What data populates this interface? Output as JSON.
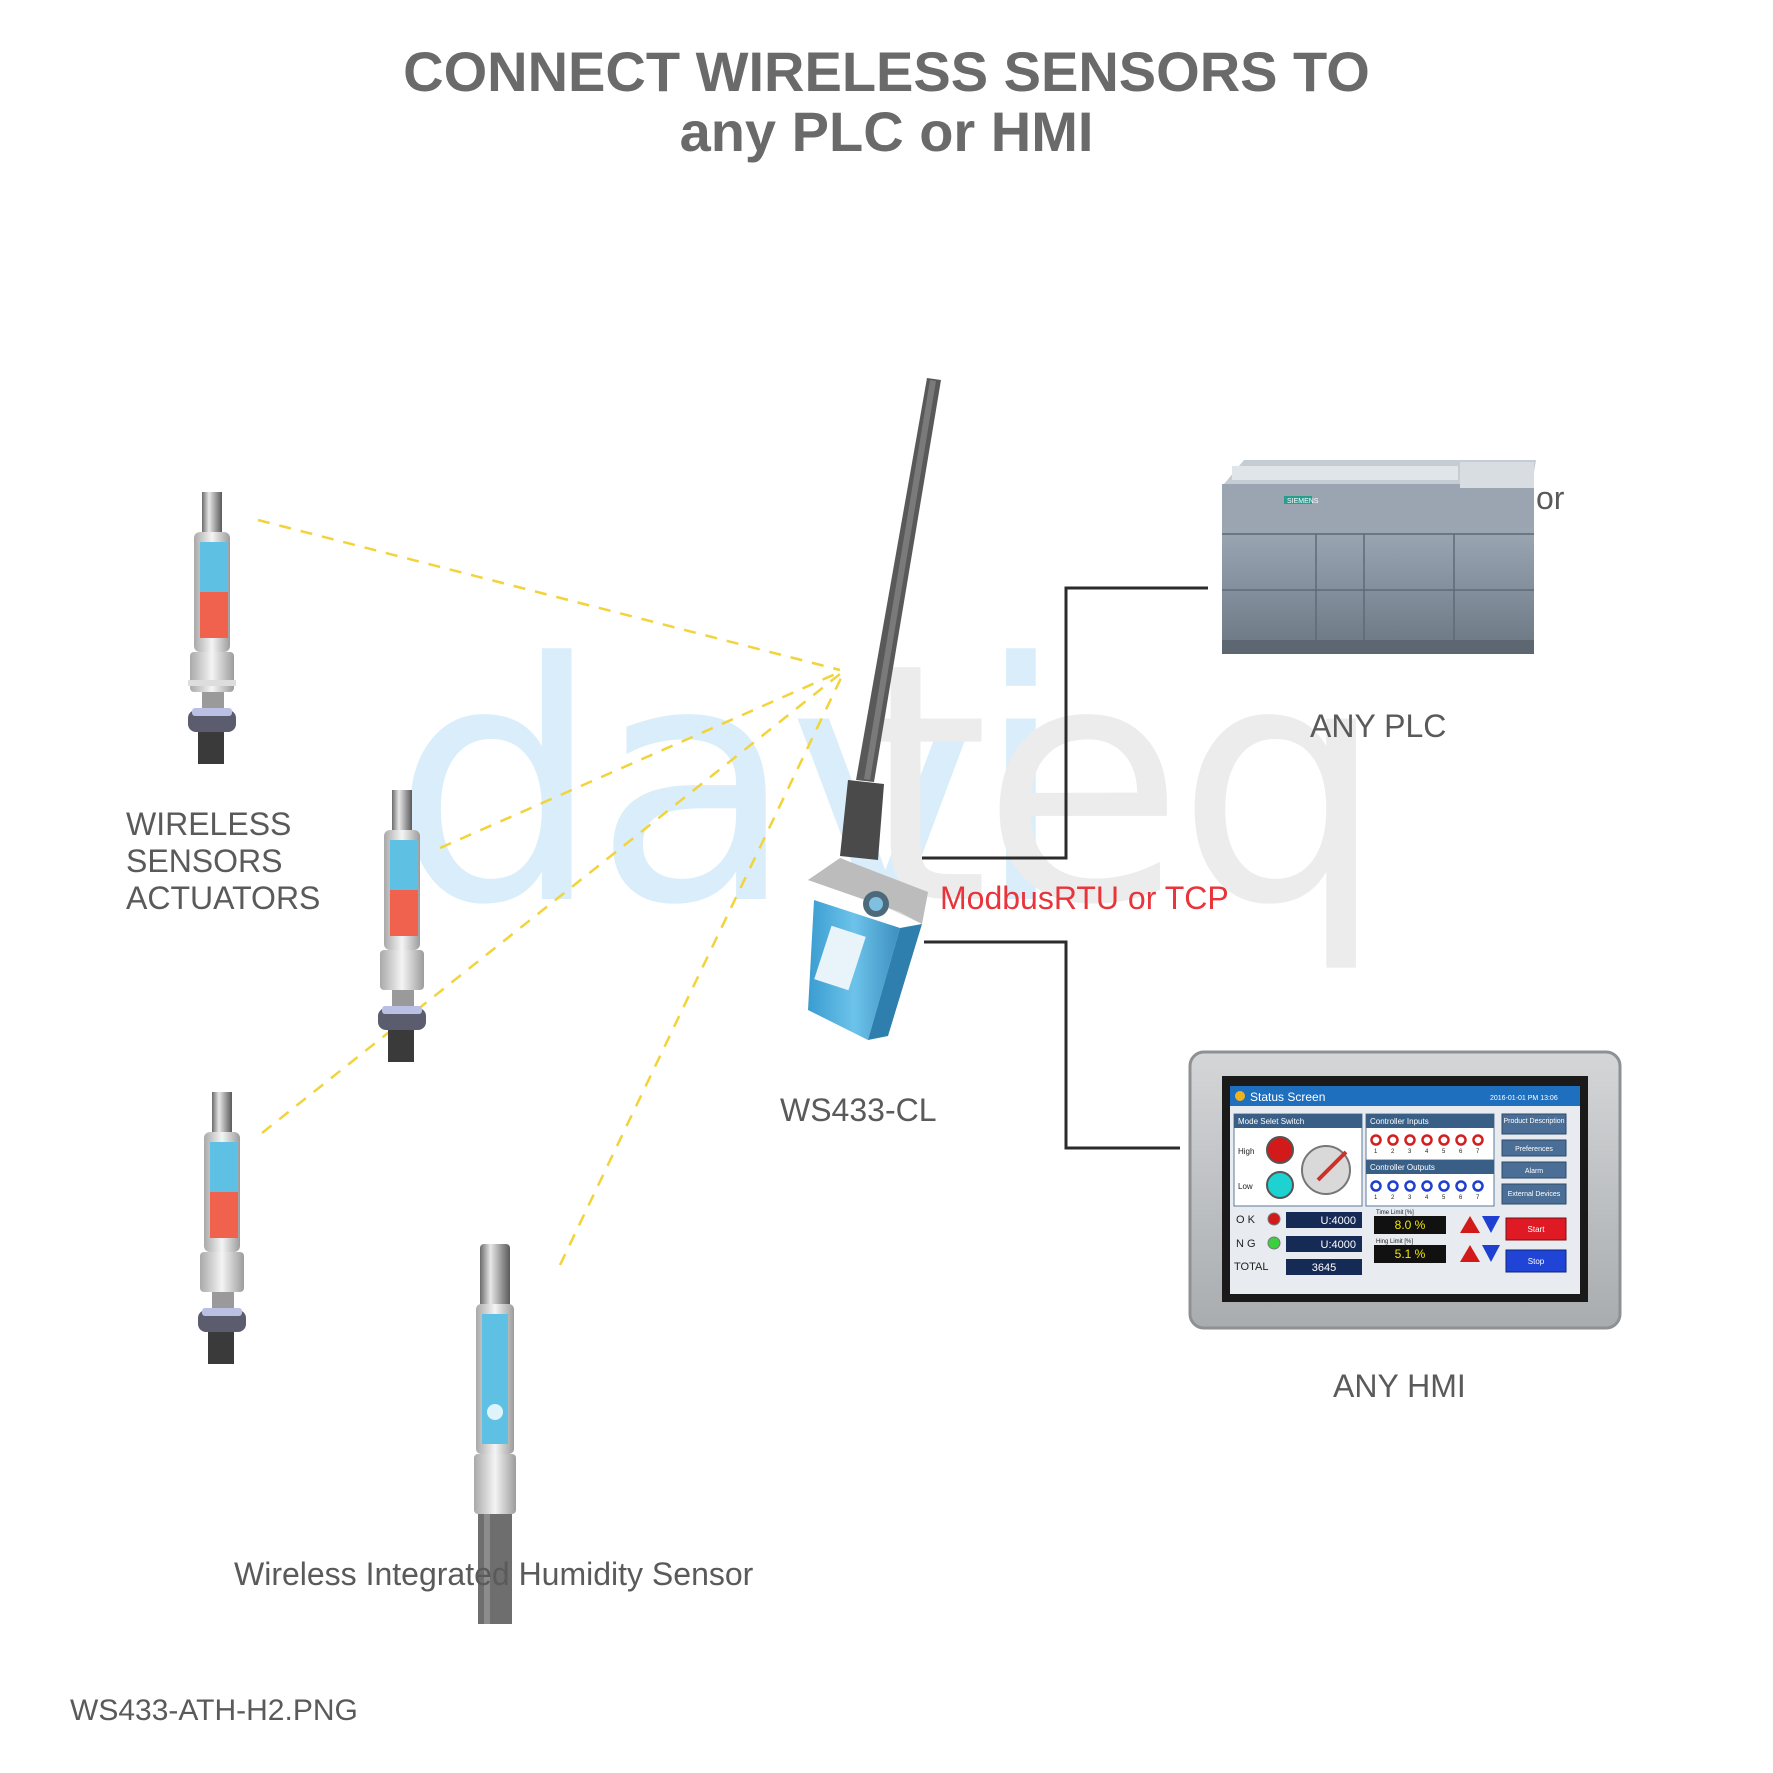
{
  "title": {
    "line1": "CONNECT WIRELESS SENSORS TO",
    "line2": "any PLC or HMI"
  },
  "labels": {
    "wireless_sensors": [
      "WIRELESS",
      "SENSORS",
      "ACTUATORS"
    ],
    "gateway": "WS433-CL",
    "protocol": "ModbusRTU or TCP",
    "plc": "ANY PLC",
    "or": "or",
    "hmi": "ANY HMI",
    "humidity_sensor": "Wireless Integrated Humidity Sensor",
    "filename": "WS433-ATH-H2.PNG"
  },
  "watermark": {
    "part1": "davi",
    "part2": "teq"
  },
  "hmi_screen": {
    "title": "Status Screen",
    "datetime": "2016-01-01 PM 13:06",
    "mode_switch": "Mode Selet Switch",
    "high": "High",
    "low": "Low",
    "controller_inputs": "Controller Inputs",
    "controller_outputs": "Controller Outputs",
    "ok": "O K",
    "ng": "N G",
    "total": "TOTAL",
    "ok_value": "U:4000",
    "ng_value": "U:4000",
    "total_value": "3645",
    "time_limit": "Time Limit [%]",
    "time_value": "8.0 %",
    "hing_limit": "Hing Limit [%]",
    "hing_value": "5.1 %",
    "product_desc": "Product Description",
    "preferences": "Preferences",
    "alarm": "Alarm",
    "external": "External Devices",
    "start": "Start",
    "stop": "Stop",
    "nums": [
      "1",
      "2",
      "3",
      "4",
      "5",
      "6",
      "7"
    ]
  },
  "plc": {
    "brand": "SIEMENS"
  },
  "colors": {
    "protocol_red": "#e8343a",
    "watermark_blue": "#d8effa",
    "watermark_gray": "#ececec",
    "radio_link": "#f2d33a",
    "sensor_blue": "#5ec0e3",
    "sensor_red": "#f0624d"
  }
}
